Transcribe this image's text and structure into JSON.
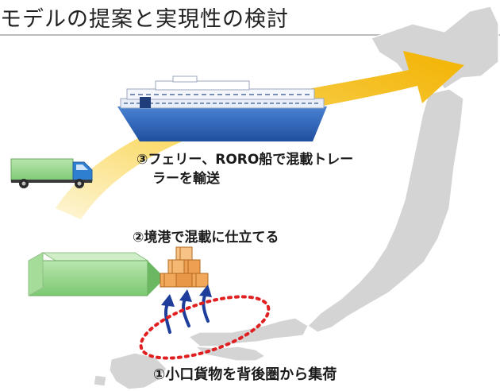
{
  "title": "モデルの提案と実現性の検討",
  "labels": {
    "step3_line1": "③フェリー、RORO船で混載トレー",
    "step3_line2": "ラーを輸送",
    "step2": "②境港で混載に仕立てる",
    "step1": "①小口貨物を背後圏から集荷"
  },
  "colors": {
    "map_land": "#d4d4d4",
    "route_arrow": "#f5b800",
    "route_arrow_light": "#fbf0c0",
    "truck_cargo": "#8fd282",
    "truck_cab": "#2f7fd0",
    "ship_hull": "#2d63b8",
    "ship_deck": "#e8edf7",
    "crate_box": "#f1a85a",
    "collection_ellipse": "#e02020",
    "inflow_arrows": "#1f3d9a"
  },
  "icons": [
    "japan-map-icon",
    "route-arrow-icon",
    "ferry-ship-icon",
    "truck-icon",
    "cargo-container-icon",
    "crate-stack-icon",
    "inflow-arrows-icon",
    "collection-area-icon"
  ]
}
